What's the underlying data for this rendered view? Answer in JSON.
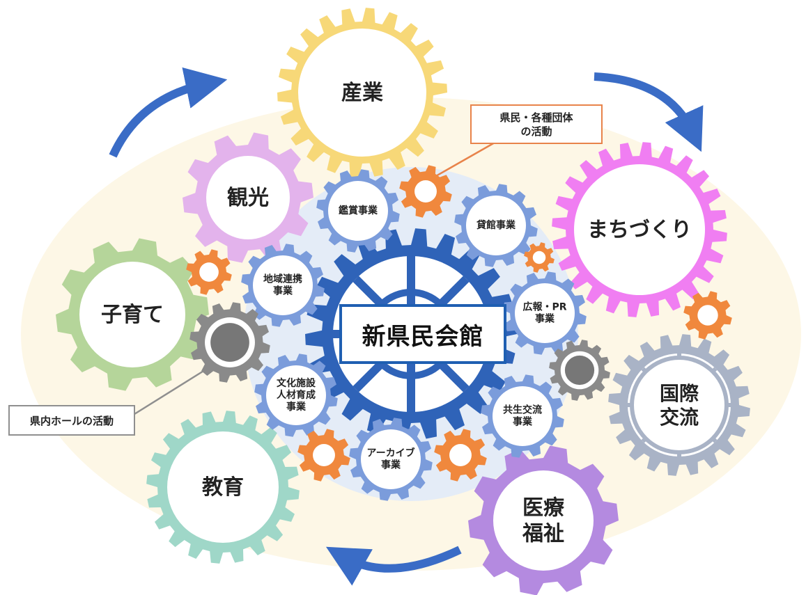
{
  "center": {
    "label": "新県民会館"
  },
  "domains": [
    {
      "id": "sangyo",
      "label": "産業",
      "color": "#f7d878"
    },
    {
      "id": "machizukuri",
      "label": "まちづくり",
      "color": "#f07ef2"
    },
    {
      "id": "kokusai",
      "label": "国際\n交流",
      "color": "#a9b3c6"
    },
    {
      "id": "iryo",
      "label": "医療\n福祉",
      "color": "#b48ae0"
    },
    {
      "id": "kyoiku",
      "label": "教育",
      "color": "#9fd7c8"
    },
    {
      "id": "kosodate",
      "label": "子育て",
      "color": "#b5d59a"
    },
    {
      "id": "kanko",
      "label": "観光",
      "color": "#e3b3ec"
    }
  ],
  "projects": [
    {
      "id": "kansho",
      "label": "鑑賞事業"
    },
    {
      "id": "kashikan",
      "label": "貸館事業"
    },
    {
      "id": "koho",
      "label": "広報・PR\n事業"
    },
    {
      "id": "kyosei",
      "label": "共生交流\n事業"
    },
    {
      "id": "archive",
      "label": "アーカイブ\n事業"
    },
    {
      "id": "bunka",
      "label": "文化施設\n人材育成\n事業"
    },
    {
      "id": "chiiki",
      "label": "地域連携\n事業"
    }
  ],
  "callouts": {
    "kenmin_activity": "県民・各種団体\nの活動",
    "hall_activity": "県内ホールの活動"
  },
  "colors": {
    "center_gear": "#2f63b8",
    "project_gear": "#7b9cdb",
    "orange_gear": "#f0883d",
    "gray_gear": "#8a8a8a",
    "arrow": "#3a6cc6",
    "background_blob": "#fdf7e6"
  }
}
